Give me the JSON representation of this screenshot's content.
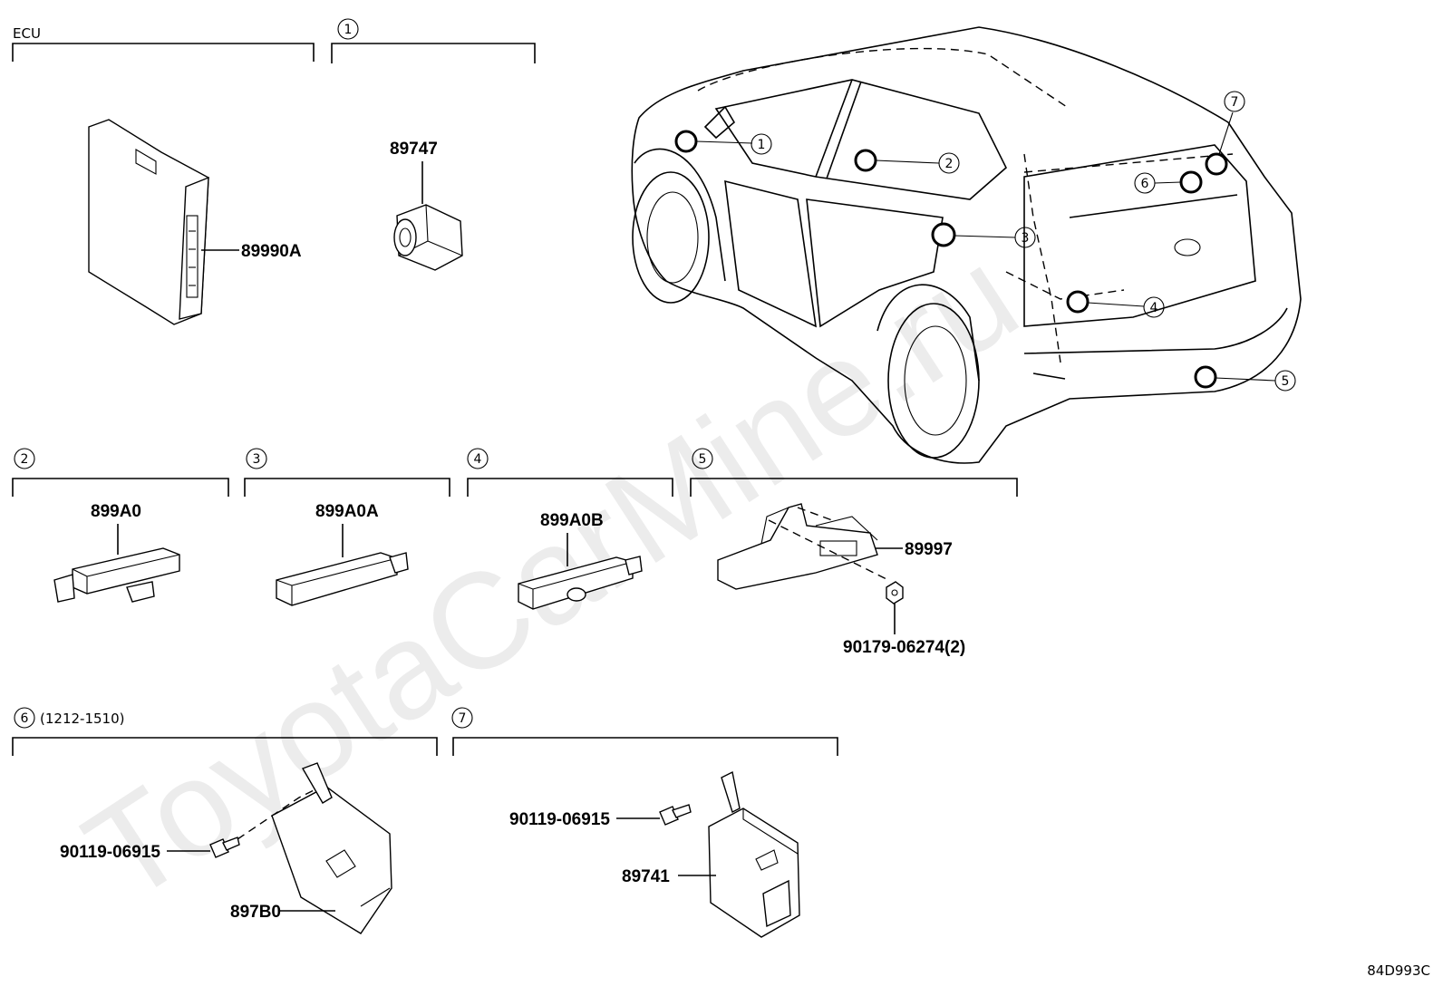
{
  "watermark": "ToyotaCarMine.ru",
  "diagram_code": "84D993C",
  "groups": {
    "ecu": {
      "title": "ECU",
      "parts": [
        "89990A"
      ]
    },
    "g1": {
      "num": "1",
      "parts": [
        "89747"
      ]
    },
    "g2": {
      "num": "2",
      "parts": [
        "899A0"
      ]
    },
    "g3": {
      "num": "3",
      "parts": [
        "899A0A"
      ]
    },
    "g4": {
      "num": "4",
      "parts": [
        "899A0B"
      ]
    },
    "g5": {
      "num": "5",
      "parts": [
        "89997",
        "90179-06274(2)"
      ]
    },
    "g6": {
      "num": "6",
      "note": "(1212-1510)",
      "parts": [
        "90119-06915",
        "897B0"
      ]
    },
    "g7": {
      "num": "7",
      "parts": [
        "90119-06915",
        "89741"
      ]
    }
  },
  "callouts": [
    "1",
    "2",
    "3",
    "4",
    "5",
    "6",
    "7"
  ]
}
